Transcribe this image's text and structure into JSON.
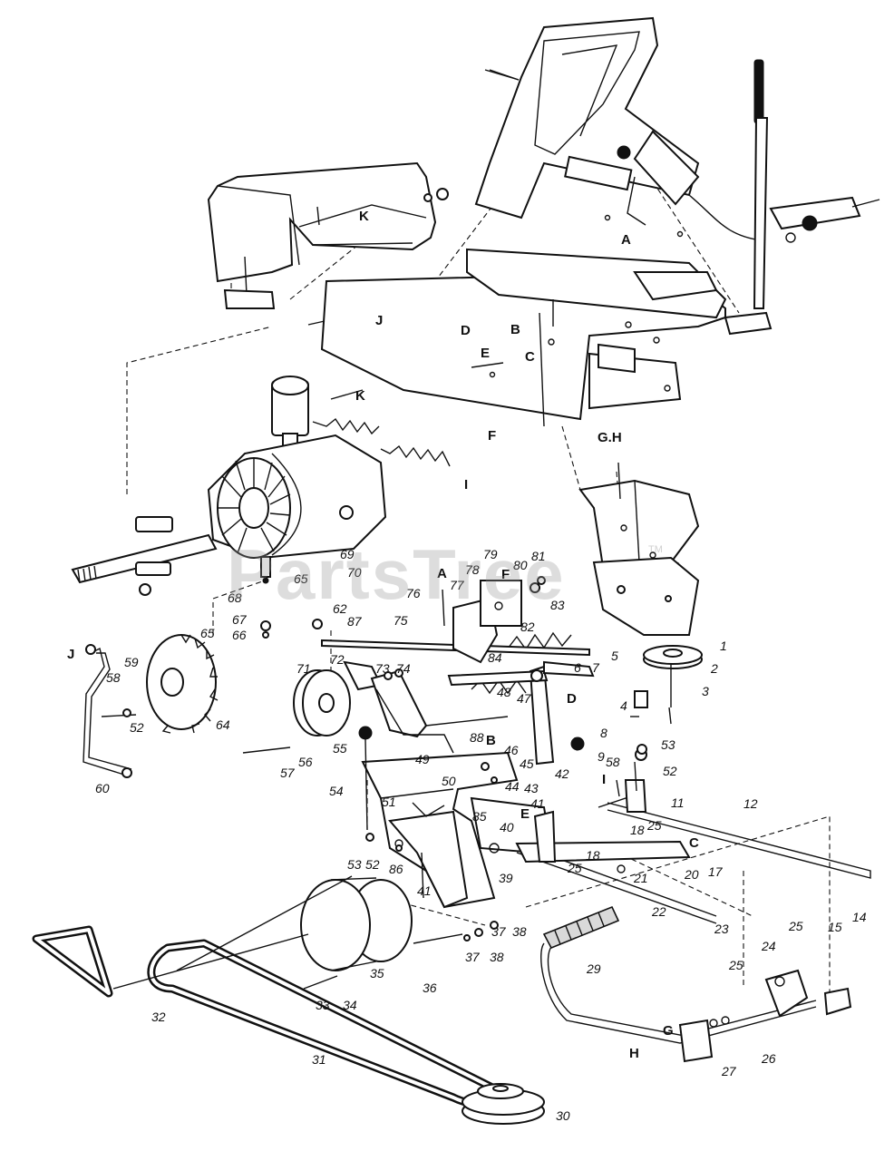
{
  "watermark": "PartsTree",
  "watermark_tm": "TM",
  "callouts": [
    {
      "text": "1"
    },
    {
      "text": "2"
    },
    {
      "text": "3"
    },
    {
      "text": "4"
    },
    {
      "text": "5"
    },
    {
      "text": "6"
    },
    {
      "text": "7"
    },
    {
      "text": "8"
    },
    {
      "text": "9"
    },
    {
      "text": "11"
    },
    {
      "text": "12"
    },
    {
      "text": "14"
    },
    {
      "text": "15"
    },
    {
      "text": "17"
    },
    {
      "text": "18"
    },
    {
      "text": "18"
    },
    {
      "text": "20"
    },
    {
      "text": "21"
    },
    {
      "text": "22"
    },
    {
      "text": "23"
    },
    {
      "text": "24"
    },
    {
      "text": "25"
    },
    {
      "text": "25"
    },
    {
      "text": "25"
    },
    {
      "text": "25"
    },
    {
      "text": "26"
    },
    {
      "text": "27"
    },
    {
      "text": "29"
    },
    {
      "text": "30"
    },
    {
      "text": "31"
    },
    {
      "text": "32"
    },
    {
      "text": "33"
    },
    {
      "text": "34"
    },
    {
      "text": "35"
    },
    {
      "text": "36"
    },
    {
      "text": "37"
    },
    {
      "text": "37"
    },
    {
      "text": "38"
    },
    {
      "text": "38"
    },
    {
      "text": "39"
    },
    {
      "text": "40"
    },
    {
      "text": "41"
    },
    {
      "text": "41"
    },
    {
      "text": "42"
    },
    {
      "text": "43"
    },
    {
      "text": "44"
    },
    {
      "text": "45"
    },
    {
      "text": "46"
    },
    {
      "text": "47"
    },
    {
      "text": "48"
    },
    {
      "text": "49"
    },
    {
      "text": "50"
    },
    {
      "text": "51"
    },
    {
      "text": "52"
    },
    {
      "text": "52"
    },
    {
      "text": "52"
    },
    {
      "text": "53"
    },
    {
      "text": "53"
    },
    {
      "text": "54"
    },
    {
      "text": "55"
    },
    {
      "text": "56"
    },
    {
      "text": "57"
    },
    {
      "text": "58"
    },
    {
      "text": "58"
    },
    {
      "text": "59"
    },
    {
      "text": "60"
    },
    {
      "text": "62"
    },
    {
      "text": "64"
    },
    {
      "text": "65"
    },
    {
      "text": "65"
    },
    {
      "text": "66"
    },
    {
      "text": "67"
    },
    {
      "text": "68"
    },
    {
      "text": "69"
    },
    {
      "text": "70"
    },
    {
      "text": "71"
    },
    {
      "text": "72"
    },
    {
      "text": "73"
    },
    {
      "text": "74"
    },
    {
      "text": "75"
    },
    {
      "text": "76"
    },
    {
      "text": "77"
    },
    {
      "text": "78"
    },
    {
      "text": "79"
    },
    {
      "text": "80"
    },
    {
      "text": "81"
    },
    {
      "text": "82"
    },
    {
      "text": "83"
    },
    {
      "text": "84"
    },
    {
      "text": "85"
    },
    {
      "text": "86"
    },
    {
      "text": "87"
    },
    {
      "text": "88"
    }
  ],
  "reference_letters": [
    {
      "text": "A"
    },
    {
      "text": "A"
    },
    {
      "text": "B"
    },
    {
      "text": "B"
    },
    {
      "text": "C"
    },
    {
      "text": "C"
    },
    {
      "text": "D"
    },
    {
      "text": "D"
    },
    {
      "text": "E"
    },
    {
      "text": "E"
    },
    {
      "text": "F"
    },
    {
      "text": "F"
    },
    {
      "text": "G"
    },
    {
      "text": "G.H"
    },
    {
      "text": "H"
    },
    {
      "text": "I"
    },
    {
      "text": "I"
    },
    {
      "text": "J"
    },
    {
      "text": "J"
    },
    {
      "text": "K"
    },
    {
      "text": "K"
    }
  ]
}
